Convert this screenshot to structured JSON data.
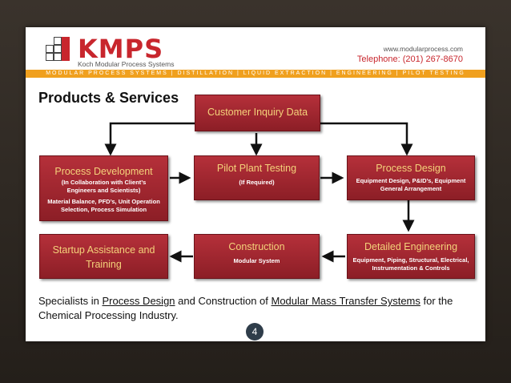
{
  "header": {
    "brand": "KMPS",
    "company": "Koch Modular Process Systems",
    "website": "www.modularprocess.com",
    "telephone": "Telephone: (201) 267-8670",
    "band": "MODULAR PROCESS SYSTEMS | DISTILLATION | LIQUID EXTRACTION | ENGINEERING | PILOT TESTING"
  },
  "title": "Products & Services",
  "flow": {
    "inquiry": "Customer Inquiry Data",
    "dev_title": "Process Development",
    "dev_note": "(In Collaboration with Client’s Engineers and Scientists)",
    "dev_detail": "Material Balance, PFD’s, Unit Operation Selection, Process Simulation",
    "pilot_title": "Pilot Plant Testing",
    "pilot_note": "(If Required)",
    "design_title": "Process Design",
    "design_detail": "Equipment Design, P&ID’s, Equipment General Arrangement",
    "startup_title": "Startup Assistance  and Training",
    "construction_title": "Construction",
    "construction_detail": "Modular System",
    "detailed_title": "Detailed Engineering",
    "detailed_detail": "Equipment, Piping, Structural, Electrical, Instrumentation & Controls"
  },
  "footer": {
    "text_a": "Specialists in ",
    "link_a": "Process Design",
    "text_b": " and Construction of ",
    "link_b": "Modular Mass Transfer Systems",
    "text_c": " for the Chemical Processing Industry.",
    "page": "4"
  }
}
